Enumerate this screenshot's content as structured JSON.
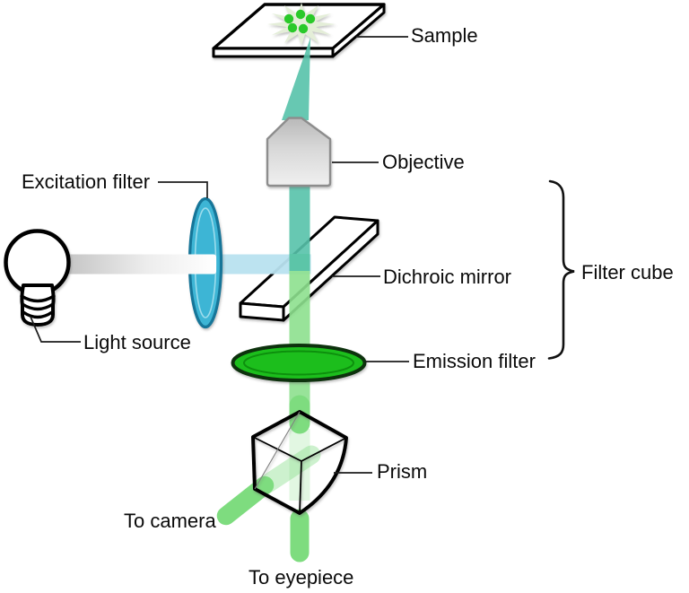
{
  "labels": {
    "sample": "Sample",
    "objective": "Objective",
    "excitation_filter": "Excitation filter",
    "light_source": "Light source",
    "dichroic_mirror": "Dichroic mirror",
    "filter_cube": "Filter cube",
    "emission_filter": "Emission filter",
    "prism": "Prism",
    "to_camera": "To camera",
    "to_eyepiece": "To eyepiece"
  },
  "icons": {
    "light_source": "light-bulb-icon",
    "filter_cube_bracket": "curly-brace-icon"
  },
  "colors": {
    "background": "#ffffff",
    "label_text": "#0a0a0a",
    "excitation_beam_blue": "#b8e1ef",
    "emission_beam_teal": "#57c2aa",
    "emission_beam_green": "#8de08e",
    "beam_bright_green": "#7edc7f",
    "excitation_filter_fill": "#3db5d5",
    "excitation_filter_outline": "#197699",
    "emission_filter_fill": "#1fbe1f",
    "emission_filter_outline": "#0a330a",
    "specimen_glow": "#e4eed8",
    "specimen_dots": "#2cc92c",
    "lamp_beam_gray": "#c3c3c3",
    "objective_fill_top": "#b9b9b9",
    "objective_fill_bottom": "#f0f0f0"
  }
}
